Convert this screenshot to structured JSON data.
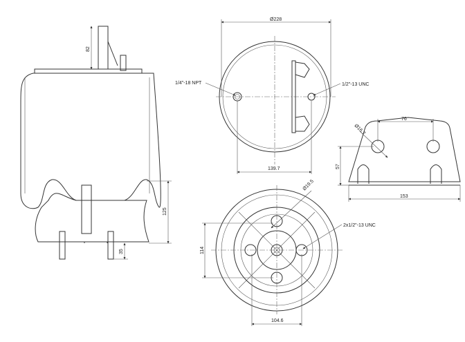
{
  "side_view": {
    "dim_stud_height": "82",
    "dim_piston_height": "125",
    "dim_bottom_stud": "35"
  },
  "top_view": {
    "dim_diameter": "Ø228",
    "label_air_port": "1/4\"-18 NPT",
    "label_stud_thread": "1/2\"-13 UNC",
    "dim_hole_spacing": "139.7"
  },
  "bracket_view": {
    "dim_hole_spacing": "76",
    "dim_hole_diameter": "Ø16.7",
    "dim_height": "57",
    "dim_width": "153"
  },
  "bottom_view": {
    "dim_hole_diameter": "Ø19.5",
    "label_thread": "2x1/2\"-13 UNC",
    "dim_vertical_spacing": "114",
    "dim_horizontal_spacing": "104.6"
  }
}
